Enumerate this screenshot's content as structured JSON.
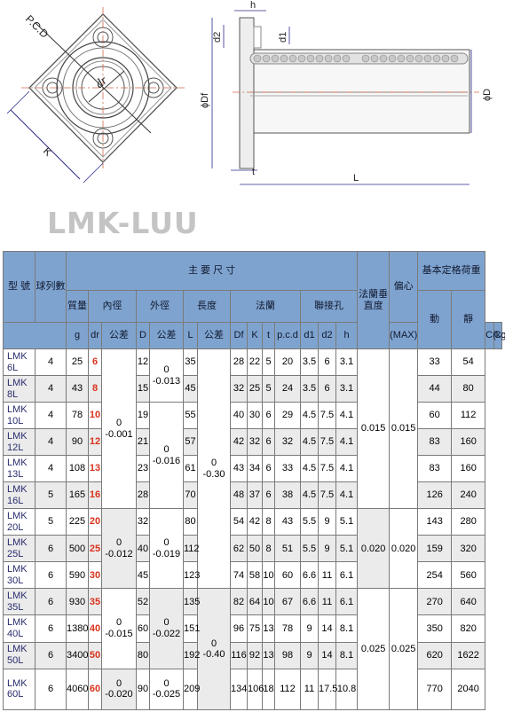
{
  "product": {
    "title": "LMK-LUU"
  },
  "drawing": {
    "labels": {
      "pcd": "P.C.D",
      "dr": "dr",
      "k": "K",
      "h": "h",
      "d2": "d2",
      "d1": "d1",
      "df": "ϕDf",
      "d": "ϕD",
      "t": "t",
      "l": "L"
    }
  },
  "table": {
    "headers": {
      "main_size": "主 要 尺 寸",
      "model": "型 號",
      "balls": "球列數",
      "mass": "質量",
      "mass_unit": "g",
      "inner": "內徑",
      "outer": "外徑",
      "length": "長度",
      "flange": "法蘭",
      "mount_hole": "聯接孔",
      "flange_perp": "法蘭垂直度",
      "eccentric": "偏心",
      "eccentric_max": "(MAX)",
      "load_rating": "基本定格荷重",
      "dynamic": "動",
      "static": "靜",
      "dr": "dr",
      "tol": "公差",
      "D": "D",
      "L": "L",
      "Df": "Df",
      "K": "K",
      "t": "t",
      "pcd": "p.c.d",
      "d1": "d1",
      "d2": "d2",
      "h": "h",
      "c_kgf": "C(kgf)",
      "co_kgf": "Co(kgf)"
    },
    "rows": [
      {
        "model": "LMK 6L",
        "balls": "4",
        "mass": "25",
        "dr": "6",
        "D": "12",
        "L": "35",
        "Df": "28",
        "K": "22",
        "t": "5",
        "pcd": "20",
        "d1": "3.5",
        "d2": "6",
        "h": "3.1",
        "C": "33",
        "Co": "54"
      },
      {
        "model": "LMK 8L",
        "balls": "4",
        "mass": "43",
        "dr": "8",
        "D": "15",
        "L": "45",
        "Df": "32",
        "K": "25",
        "t": "5",
        "pcd": "24",
        "d1": "3.5",
        "d2": "6",
        "h": "3.1",
        "C": "44",
        "Co": "80"
      },
      {
        "model": "LMK 10L",
        "balls": "4",
        "mass": "78",
        "dr": "10",
        "D": "19",
        "L": "55",
        "Df": "40",
        "K": "30",
        "t": "6",
        "pcd": "29",
        "d1": "4.5",
        "d2": "7.5",
        "h": "4.1",
        "C": "60",
        "Co": "112"
      },
      {
        "model": "LMK 12L",
        "balls": "4",
        "mass": "90",
        "dr": "12",
        "D": "21",
        "L": "57",
        "Df": "42",
        "K": "32",
        "t": "6",
        "pcd": "32",
        "d1": "4.5",
        "d2": "7.5",
        "h": "4.1",
        "C": "83",
        "Co": "160"
      },
      {
        "model": "LMK 13L",
        "balls": "4",
        "mass": "108",
        "dr": "13",
        "D": "23",
        "L": "61",
        "Df": "43",
        "K": "34",
        "t": "6",
        "pcd": "33",
        "d1": "4.5",
        "d2": "7.5",
        "h": "4.1",
        "C": "83",
        "Co": "160"
      },
      {
        "model": "LMK 16L",
        "balls": "5",
        "mass": "165",
        "dr": "16",
        "D": "28",
        "L": "70",
        "Df": "48",
        "K": "37",
        "t": "6",
        "pcd": "38",
        "d1": "4.5",
        "d2": "7.5",
        "h": "4.1",
        "C": "126",
        "Co": "240"
      },
      {
        "model": "LMK 20L",
        "balls": "5",
        "mass": "225",
        "dr": "20",
        "D": "32",
        "L": "80",
        "Df": "54",
        "K": "42",
        "t": "8",
        "pcd": "43",
        "d1": "5.5",
        "d2": "9",
        "h": "5.1",
        "C": "143",
        "Co": "280"
      },
      {
        "model": "LMK 25L",
        "balls": "6",
        "mass": "500",
        "dr": "25",
        "D": "40",
        "L": "112",
        "Df": "62",
        "K": "50",
        "t": "8",
        "pcd": "51",
        "d1": "5.5",
        "d2": "9",
        "h": "5.1",
        "C": "159",
        "Co": "320"
      },
      {
        "model": "LMK 30L",
        "balls": "6",
        "mass": "590",
        "dr": "30",
        "D": "45",
        "L": "123",
        "Df": "74",
        "K": "58",
        "t": "10",
        "pcd": "60",
        "d1": "6.6",
        "d2": "11",
        "h": "6.1",
        "C": "254",
        "Co": "560"
      },
      {
        "model": "LMK 35L",
        "balls": "6",
        "mass": "930",
        "dr": "35",
        "D": "52",
        "L": "135",
        "Df": "82",
        "K": "64",
        "t": "10",
        "pcd": "67",
        "d1": "6.6",
        "d2": "11",
        "h": "6.1",
        "C": "270",
        "Co": "640"
      },
      {
        "model": "LMK 40L",
        "balls": "6",
        "mass": "1380",
        "dr": "40",
        "D": "60",
        "L": "151",
        "Df": "96",
        "K": "75",
        "t": "13",
        "pcd": "78",
        "d1": "9",
        "d2": "14",
        "h": "8.1",
        "C": "350",
        "Co": "820"
      },
      {
        "model": "LMK 50L",
        "balls": "6",
        "mass": "3400",
        "dr": "50",
        "D": "80",
        "L": "192",
        "Df": "116",
        "K": "92",
        "t": "13",
        "pcd": "98",
        "d1": "9",
        "d2": "14",
        "h": "8.1",
        "C": "620",
        "Co": "1622"
      },
      {
        "model": "LMK 60L",
        "balls": "6",
        "mass": "4060",
        "dr": "60",
        "D": "90",
        "L": "209",
        "Df": "134",
        "K": "106",
        "t": "18",
        "pcd": "112",
        "d1": "11",
        "d2": "17.5",
        "h": "10.8",
        "C": "770",
        "Co": "2040"
      }
    ],
    "groups": {
      "g1": {
        "dr_tol_a": "0",
        "dr_tol_b": "-0.001",
        "D_tol_a": "0",
        "D_tol_b": "-0.013",
        "D_tol2_a": "0",
        "D_tol2_b": "-0.016",
        "L_tol_a": "0",
        "L_tol_b": "-0.30",
        "perp": "0.015",
        "ecc": "0.015"
      },
      "g2": {
        "dr_tol_a": "0",
        "dr_tol_b": "-0.012",
        "D_tol_a": "0",
        "D_tol_b": "-0.019",
        "perp": "0.020",
        "ecc": "0.020"
      },
      "g3": {
        "dr_tol_a": "0",
        "dr_tol_b": "-0.015",
        "D_tol_a": "0",
        "D_tol_b": "-0.022",
        "L_tol_a": "0",
        "L_tol_b": "-0.40",
        "perp": "0.025",
        "ecc": "0.025"
      },
      "g4": {
        "dr_tol_a": "0",
        "dr_tol_b": "-0.020",
        "D_tol_a": "0",
        "D_tol_b": "-0.025"
      }
    }
  }
}
